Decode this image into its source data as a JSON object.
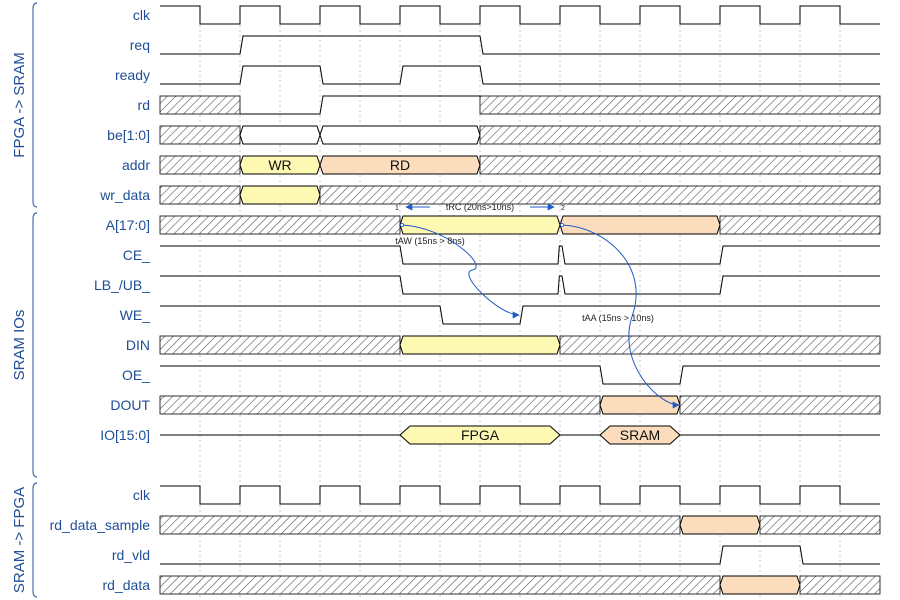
{
  "colors": {
    "label": "#1f4e96",
    "bracket": "#4a6fb0",
    "wire": "#000000",
    "grid": "#b0b0b0",
    "hatch": "#555555",
    "yellow": "#fdf9b3",
    "peach": "#fbdcbd",
    "arrow": "#1e5bc6"
  },
  "time": {
    "num_cycles": 18
  },
  "groups": [
    {
      "label": "FPGA -> SRAM",
      "first_row": 0,
      "last_row": 6
    },
    {
      "label": "SRAM IOs",
      "first_row": 7,
      "last_row": 15
    },
    {
      "label": "SRAM -> FPGA",
      "first_row": 16,
      "last_row": 19
    }
  ],
  "rows": [
    {
      "name": "clk",
      "kind": "clock"
    },
    {
      "name": "req",
      "kind": "bit",
      "edges": [
        [
          0,
          0
        ],
        [
          2,
          1
        ],
        [
          8,
          0
        ]
      ]
    },
    {
      "name": "ready",
      "kind": "bit",
      "edges": [
        [
          0,
          0
        ],
        [
          2,
          1
        ],
        [
          4,
          0
        ],
        [
          6,
          1
        ],
        [
          8,
          0
        ]
      ]
    },
    {
      "name": "rd",
      "kind": "bit",
      "edges": [
        [
          0,
          "x"
        ],
        [
          2,
          0
        ],
        [
          4,
          1
        ],
        [
          8,
          "x"
        ]
      ]
    },
    {
      "name": "be[1:0]",
      "kind": "bus",
      "segs": [
        {
          "from": 0,
          "to": 2,
          "type": "x"
        },
        {
          "from": 2,
          "to": 4,
          "type": "v",
          "color": "white"
        },
        {
          "from": 4,
          "to": 8,
          "type": "v",
          "color": "white"
        },
        {
          "from": 8,
          "to": 18,
          "type": "x"
        }
      ]
    },
    {
      "name": "addr",
      "kind": "bus",
      "segs": [
        {
          "from": 0,
          "to": 2,
          "type": "x"
        },
        {
          "from": 2,
          "to": 4,
          "type": "v",
          "color": "yellow",
          "label": "WR"
        },
        {
          "from": 4,
          "to": 8,
          "type": "v",
          "color": "peach",
          "label": "RD"
        },
        {
          "from": 8,
          "to": 18,
          "type": "x"
        }
      ]
    },
    {
      "name": "wr_data",
      "kind": "bus",
      "segs": [
        {
          "from": 0,
          "to": 2,
          "type": "x"
        },
        {
          "from": 2,
          "to": 4,
          "type": "v",
          "color": "yellow"
        },
        {
          "from": 4,
          "to": 18,
          "type": "x"
        }
      ]
    },
    {
      "name": "A[17:0]",
      "kind": "bus",
      "segs": [
        {
          "from": 0,
          "to": 6,
          "type": "x"
        },
        {
          "from": 6,
          "to": 10,
          "type": "v",
          "color": "yellow"
        },
        {
          "from": 10,
          "to": 14,
          "type": "v",
          "color": "peach"
        },
        {
          "from": 14,
          "to": 18,
          "type": "x"
        }
      ]
    },
    {
      "name": "CE_",
      "kind": "bit",
      "edges": [
        [
          0,
          1
        ],
        [
          6,
          0
        ],
        [
          9.95,
          1
        ],
        [
          10.05,
          0
        ],
        [
          14,
          1
        ]
      ]
    },
    {
      "name": "LB_/UB_",
      "kind": "bit",
      "edges": [
        [
          0,
          1
        ],
        [
          6,
          0
        ],
        [
          9.95,
          1
        ],
        [
          10.05,
          0
        ],
        [
          14,
          1
        ]
      ]
    },
    {
      "name": "WE_",
      "kind": "bit",
      "edges": [
        [
          0,
          1
        ],
        [
          7,
          0
        ],
        [
          9,
          1
        ]
      ]
    },
    {
      "name": "DIN",
      "kind": "bus",
      "segs": [
        {
          "from": 0,
          "to": 6,
          "type": "x"
        },
        {
          "from": 6,
          "to": 10,
          "type": "v",
          "color": "yellow"
        },
        {
          "from": 10,
          "to": 18,
          "type": "x"
        }
      ]
    },
    {
      "name": "OE_",
      "kind": "bit",
      "edges": [
        [
          0,
          1
        ],
        [
          11,
          0
        ],
        [
          13,
          1
        ]
      ]
    },
    {
      "name": "DOUT",
      "kind": "bus",
      "segs": [
        {
          "from": 0,
          "to": 11,
          "type": "x"
        },
        {
          "from": 11,
          "to": 13,
          "type": "v",
          "color": "peach"
        },
        {
          "from": 13,
          "to": 18,
          "type": "x"
        }
      ]
    },
    {
      "name": "IO[15:0]",
      "kind": "bus",
      "segs": [
        {
          "from": 0,
          "to": 6,
          "type": "z"
        },
        {
          "from": 6,
          "to": 10,
          "type": "v",
          "color": "yellow",
          "label": "FPGA"
        },
        {
          "from": 10,
          "to": 11,
          "type": "z"
        },
        {
          "from": 11,
          "to": 13,
          "type": "v",
          "color": "peach",
          "label": "SRAM"
        },
        {
          "from": 13,
          "to": 18,
          "type": "z"
        }
      ]
    },
    {
      "name": "gap",
      "kind": "none"
    },
    {
      "name": "clk",
      "kind": "clock"
    },
    {
      "name": "rd_data_sample",
      "kind": "bus",
      "segs": [
        {
          "from": 0,
          "to": 13,
          "type": "x"
        },
        {
          "from": 13,
          "to": 15,
          "type": "v",
          "color": "peach"
        },
        {
          "from": 15,
          "to": 18,
          "type": "x"
        }
      ]
    },
    {
      "name": "rd_vld",
      "kind": "bit",
      "edges": [
        [
          0,
          0
        ],
        [
          14,
          1
        ],
        [
          16,
          0
        ]
      ]
    },
    {
      "name": "rd_data",
      "kind": "bus",
      "segs": [
        {
          "from": 0,
          "to": 14,
          "type": "x"
        },
        {
          "from": 14,
          "to": 16,
          "type": "v",
          "color": "peach"
        },
        {
          "from": 16,
          "to": 18,
          "type": "x"
        }
      ]
    }
  ],
  "annotations": [
    {
      "label": "tRC (20ns>10ns)",
      "row": 6,
      "from": 6,
      "to": 10,
      "from_mark": "1",
      "to_mark": "2"
    },
    {
      "label": "tAW (15ns > 8ns)",
      "from_row": 7,
      "from_t": 6,
      "to_row": 10,
      "to_t": 9
    },
    {
      "label": "tAA (15ns > 10ns)",
      "from_row": 7,
      "from_t": 10,
      "to_row": 13,
      "to_t": 13
    }
  ]
}
